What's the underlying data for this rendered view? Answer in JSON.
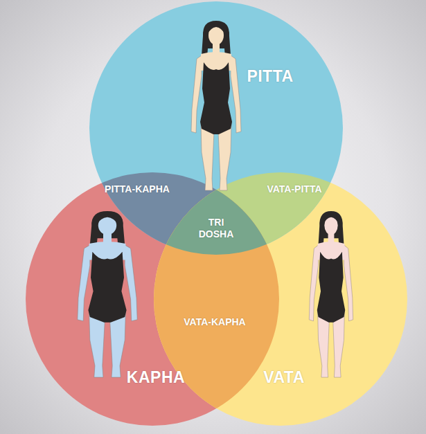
{
  "diagram": {
    "nodes": [
      {
        "text": [
          "PITTA"
        ]
      },
      {
        "text": [
          "PITTA-KAPHA"
        ]
      },
      {
        "text": [
          "VATA-PITTA"
        ]
      },
      {
        "text": [
          "TRI DOSHA"
        ]
      },
      {
        "text": [
          "KAPHA"
        ]
      },
      {
        "text": [
          "VATA-KAPHA"
        ]
      },
      {
        "text": [
          "VATA"
        ]
      }
    ]
  }
}
